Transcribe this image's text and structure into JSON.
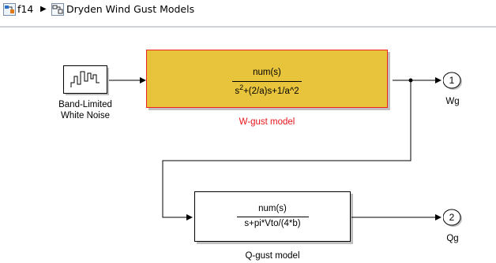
{
  "breadcrumb": {
    "root": "f14",
    "separator": "▶",
    "current": "Dryden Wind Gust Models"
  },
  "blocks": {
    "noise_source": {
      "label_line1": "Band-Limited",
      "label_line2": "White Noise"
    },
    "w_gust": {
      "numerator": "num(s)",
      "den_pre": "s",
      "den_sup": "2",
      "den_post": "+(2/a)s+1/a^2",
      "label": "W-gust model"
    },
    "q_gust": {
      "numerator": "num(s)",
      "denominator": "s+pi*Vto/(4*b)",
      "label": "Q-gust model"
    },
    "outport_wg": {
      "number": "1",
      "label": "Wg"
    },
    "outport_qg": {
      "number": "2",
      "label": "Qg"
    }
  },
  "colors": {
    "w_gust_fill": "#e8c43c",
    "w_gust_border": "#e22",
    "w_gust_label": "#e8141b",
    "line": "#000000"
  }
}
